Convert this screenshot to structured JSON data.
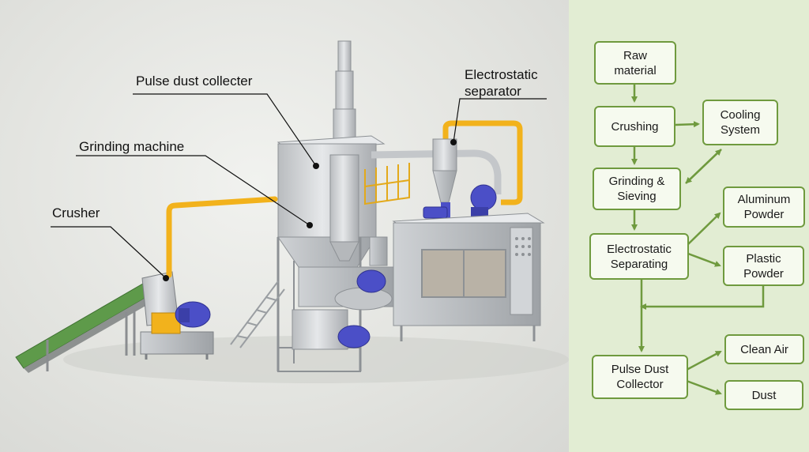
{
  "equipment_labels": {
    "pulse_dust_collector": "Pulse dust collecter",
    "grinding_machine": "Grinding machine",
    "crusher": "Crusher",
    "electrostatic_separator_line1": "Electrostatic",
    "electrostatic_separator_line2": "separator"
  },
  "flowchart": {
    "raw_material": [
      "Raw",
      "material"
    ],
    "crushing": [
      "Crushing"
    ],
    "cooling_system": [
      "Cooling",
      "System"
    ],
    "grinding_sieving": [
      "Grinding &",
      "Sieving"
    ],
    "aluminum_powder": [
      "Aluminum",
      "Powder"
    ],
    "electrostatic_separating": [
      "Electrostatic",
      "Separating"
    ],
    "plastic_powder": [
      "Plastic",
      "Powder"
    ],
    "pulse_dust_collector": [
      "Pulse Dust",
      "Collector"
    ],
    "clean_air": [
      "Clean Air"
    ],
    "dust": [
      "Dust"
    ]
  },
  "colors": {
    "flow_green": "#6f9a3e",
    "panel_bg": "#e2edd3",
    "pipe_yellow": "#f2b21c",
    "motor_blue": "#4b4fc7",
    "conveyor_green": "#5e9a4a"
  }
}
